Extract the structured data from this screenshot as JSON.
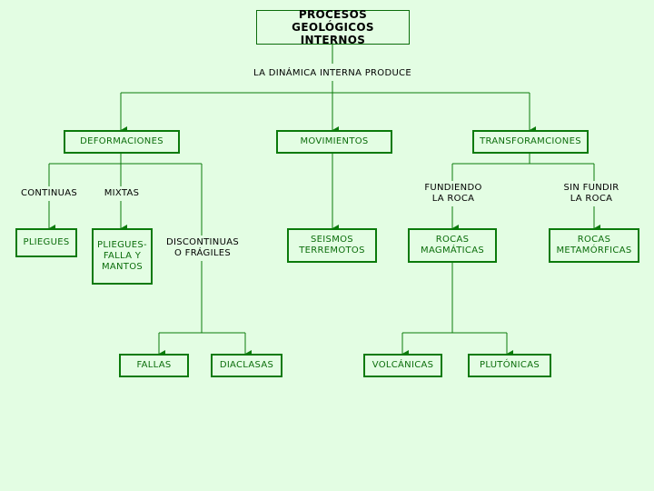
{
  "title": "PROCESOS GEOLÓGICOS\nINTERNOS",
  "produce_label": "LA DINÁMICA INTERNA PRODUCE",
  "nodes": {
    "deformaciones": "DEFORMACIONES",
    "movimientos": "MOVIMIENTOS",
    "transformaciones": "TRANSFORAMCIONES",
    "pliegues": "PLIEGUES",
    "pliegues_falla_mantos": "PLIEGUES-\nFALLA Y\nMANTOS",
    "seismos": "SEISMOS\nTERREMOTOS",
    "rocas_magmaticas": "ROCAS\nMAGMÁTICAS",
    "rocas_metamorficas": "ROCAS\nMETAMÓRFICAS",
    "fallas": "FALLAS",
    "diaclasas": "DIACLASAS",
    "volcanicas": "VOLCÁNICAS",
    "plutonicas": "PLUTÓNICAS"
  },
  "edge_labels": {
    "continuas": "CONTINUAS",
    "mixtas": "MIXTAS",
    "discontinuas": "DISCONTINUAS\nO FRÁGILES",
    "fundiendo": "FUNDIENDO\nLA ROCA",
    "sin_fundir": "SIN FUNDIR\nLA ROCA"
  },
  "colors": {
    "line": "#0b7a0b",
    "background": "#e3fde3"
  }
}
